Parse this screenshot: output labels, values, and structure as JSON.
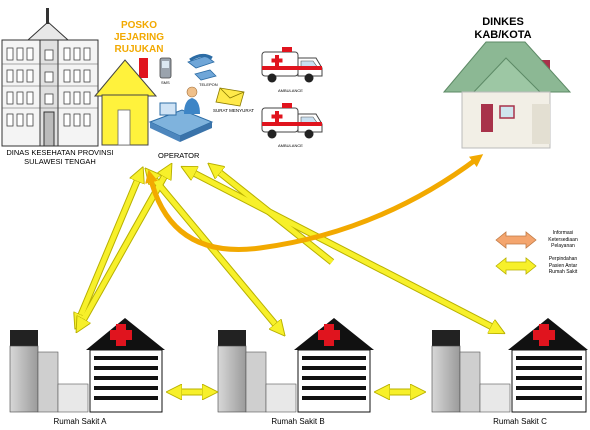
{
  "dinas": {
    "line1": "DINAS KESEHATAN PROVINSI",
    "line2": "SULAWESI TENGAH"
  },
  "posko": {
    "line1": "POSKO",
    "line2": "JEJARING",
    "line3": "RUJUKAN"
  },
  "operator": "OPERATOR",
  "devices": {
    "sms": "SMS",
    "telepon": "TELEPON",
    "surat": "SURAT MENYURAT"
  },
  "ambulance": {
    "label": "AMBULANCE"
  },
  "dinkes": {
    "line1": "DINKES",
    "line2": "KAB/KOTA"
  },
  "legend": {
    "info": {
      "line1": "Informasi",
      "line2": "Ketersediaan",
      "line3": "Pelayanan",
      "color": "#F4A56E"
    },
    "transfer": {
      "line1": "Perpindahan",
      "line2": "Pasien Antar",
      "line3": "Rumah Sakit",
      "color": "#F7F02A"
    }
  },
  "hospitals": [
    "Rumah Sakit A",
    "Rumah Sakit B",
    "Rumah Sakit C"
  ],
  "colors": {
    "arrow_yellow": "#F7F02A",
    "arrow_orange": "#F2A900",
    "cross": "#E0141E",
    "house_yellow": "#FFF23C",
    "dinkes_green": "#8CB894"
  }
}
